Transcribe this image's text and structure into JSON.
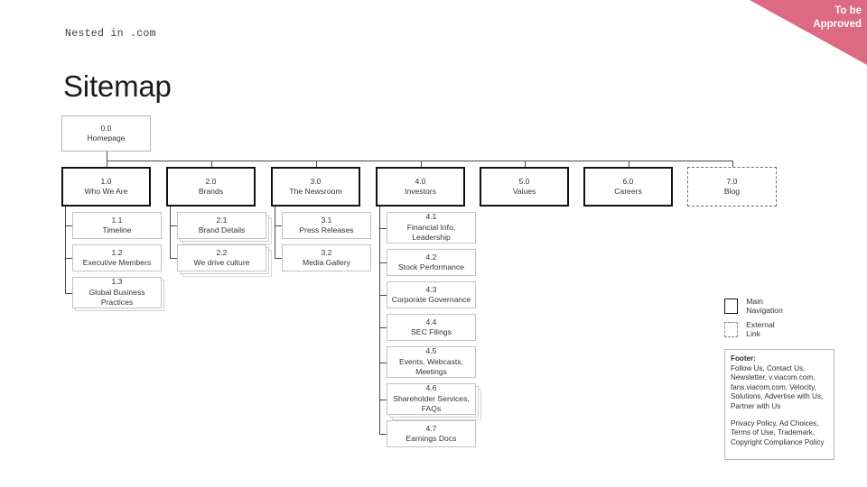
{
  "ribbon": {
    "text": "To be\nApproved",
    "line1": "To be",
    "line2": "Approved",
    "color": "#dc6a82"
  },
  "header": {
    "kicker": "Nested in .com",
    "title": "Sitemap"
  },
  "diagram": {
    "type": "sitemap-tree",
    "root": {
      "num": "0.0",
      "label": "Homepage",
      "style": "root"
    },
    "sections": [
      {
        "num": "1.0",
        "label": "Who We Are",
        "style": "primary",
        "children": [
          {
            "num": "1.1",
            "label": "Timeline",
            "style": "child",
            "stack": 0
          },
          {
            "num": "1.2",
            "label": "Executive Members",
            "style": "child",
            "stack": 0
          },
          {
            "num": "1.3",
            "label": "Global Business Practices",
            "style": "child",
            "stack": 1
          }
        ]
      },
      {
        "num": "2.0",
        "label": "Brands",
        "style": "primary",
        "children": [
          {
            "num": "2.1",
            "label": "Brand Details",
            "style": "child",
            "stack": 2
          },
          {
            "num": "2.2",
            "label": "We drive culture",
            "style": "child",
            "stack": 2
          }
        ]
      },
      {
        "num": "3.0",
        "label": "The Newsroom",
        "style": "primary",
        "children": [
          {
            "num": "3.1",
            "label": "Press Releases",
            "style": "child",
            "stack": 0
          },
          {
            "num": "3.2",
            "label": "Media Gallery",
            "style": "child",
            "stack": 0
          }
        ]
      },
      {
        "num": "4.0",
        "label": "Investors",
        "style": "primary",
        "children": [
          {
            "num": "4.1",
            "label": "Financial Info, Leadership",
            "style": "child",
            "stack": 0
          },
          {
            "num": "4.2",
            "label": "Stock Performance",
            "style": "child",
            "stack": 0
          },
          {
            "num": "4.3",
            "label": "Corporate Governance",
            "style": "child",
            "stack": 0
          },
          {
            "num": "4.4",
            "label": "SEC Filings",
            "style": "child",
            "stack": 0
          },
          {
            "num": "4.5",
            "label": "Events, Webcasts, Meetings",
            "style": "child",
            "stack": 0
          },
          {
            "num": "4.6",
            "label": "Shareholder Services, FAQs",
            "style": "child",
            "stack": 2
          },
          {
            "num": "4.7",
            "label": "Earnings Docs",
            "style": "child",
            "stack": 0
          }
        ]
      },
      {
        "num": "5.0",
        "label": "Values",
        "style": "primary",
        "children": []
      },
      {
        "num": "6.0",
        "label": "Careers",
        "style": "primary",
        "children": []
      },
      {
        "num": "7.0",
        "label": "Blog",
        "style": "external",
        "children": []
      }
    ]
  },
  "legend": {
    "items": [
      {
        "swatch": "solid",
        "label": "Main Navigation"
      },
      {
        "swatch": "dashed",
        "label": "External Link"
      }
    ]
  },
  "footer": {
    "title": "Footer:",
    "group1": "Follow Us, Contact Us, Newsletter, v.viacom.com, fans.viacom.com, Velocity, Solutions, Advertise with Us, Partner with Us",
    "group2": "Privacy Policy, Ad Choices, Terms of Use, Trademark, Copyright Compliance Policy"
  }
}
